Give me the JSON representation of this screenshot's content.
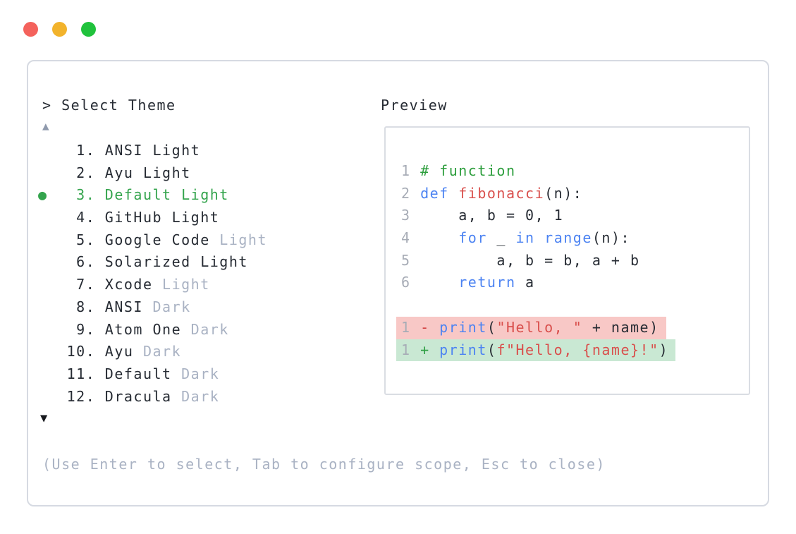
{
  "window_controls": {
    "close_color": "#f4625c",
    "minimize_color": "#f2b32c",
    "zoom_color": "#20c23c"
  },
  "colors": {
    "panel_border": "#d6dae2",
    "preview_border": "#dadde3",
    "text_dark": "#262b33",
    "text_dim": "#a9b2c3",
    "selected_green": "#34a44d",
    "keyword_blue": "#4c83f2",
    "string_red": "#d94f4c",
    "comment_green": "#2d9e3d",
    "removed_bg": "#f8c8c6",
    "added_bg": "#c9e8d3"
  },
  "theme_picker": {
    "prompt": "> Select Theme",
    "scroll_up_glyph": "▲",
    "scroll_down_glyph": "▼",
    "items": [
      {
        "num": " 1",
        "label": "ANSI Light",
        "dim": "",
        "selected": false
      },
      {
        "num": " 2",
        "label": "Ayu Light",
        "dim": "",
        "selected": false
      },
      {
        "num": " 3",
        "label": "Default Light",
        "dim": "",
        "selected": true
      },
      {
        "num": " 4",
        "label": "GitHub Light",
        "dim": "",
        "selected": false
      },
      {
        "num": " 5",
        "label": "Google Code",
        "dim": "Light",
        "selected": false
      },
      {
        "num": " 6",
        "label": "Solarized Light",
        "dim": "",
        "selected": false
      },
      {
        "num": " 7",
        "label": "Xcode",
        "dim": "Light",
        "selected": false
      },
      {
        "num": " 8",
        "label": "ANSI",
        "dim": "Dark",
        "selected": false
      },
      {
        "num": " 9",
        "label": "Atom One",
        "dim": "Dark",
        "selected": false
      },
      {
        "num": "10",
        "label": "Ayu",
        "dim": "Dark",
        "selected": false
      },
      {
        "num": "11",
        "label": "Default",
        "dim": "Dark",
        "selected": false
      },
      {
        "num": "12",
        "label": "Dracula",
        "dim": "Dark",
        "selected": false
      }
    ],
    "hint": "(Use Enter to select, Tab to configure scope, Esc to close)"
  },
  "preview": {
    "title": "Preview",
    "lines": [
      {
        "num": "1",
        "bg": "",
        "tokens": [
          {
            "c": "plain",
            "t": " "
          },
          {
            "c": "comment",
            "t": "# function"
          }
        ]
      },
      {
        "num": "2",
        "bg": "",
        "tokens": [
          {
            "c": "plain",
            "t": " "
          },
          {
            "c": "kw",
            "t": "def"
          },
          {
            "c": "plain",
            "t": " "
          },
          {
            "c": "fn",
            "t": "fibonacci"
          },
          {
            "c": "plain",
            "t": "(n):"
          }
        ]
      },
      {
        "num": "3",
        "bg": "",
        "tokens": [
          {
            "c": "plain",
            "t": "     a, b = 0, 1"
          }
        ]
      },
      {
        "num": "4",
        "bg": "",
        "tokens": [
          {
            "c": "plain",
            "t": "     "
          },
          {
            "c": "kw",
            "t": "for"
          },
          {
            "c": "plain",
            "t": " _ "
          },
          {
            "c": "kw",
            "t": "in"
          },
          {
            "c": "plain",
            "t": " "
          },
          {
            "c": "kw",
            "t": "range"
          },
          {
            "c": "plain",
            "t": "(n):"
          }
        ]
      },
      {
        "num": "5",
        "bg": "",
        "tokens": [
          {
            "c": "plain",
            "t": "         a, b = b, a + b"
          }
        ]
      },
      {
        "num": "6",
        "bg": "",
        "tokens": [
          {
            "c": "plain",
            "t": "     "
          },
          {
            "c": "kw",
            "t": "return"
          },
          {
            "c": "plain",
            "t": " a"
          }
        ]
      },
      {
        "num": "",
        "bg": "",
        "tokens": []
      },
      {
        "num": "1",
        "bg": "removed",
        "tokens": [
          {
            "c": "minus",
            "t": " - "
          },
          {
            "c": "kw",
            "t": "print"
          },
          {
            "c": "plain",
            "t": "("
          },
          {
            "c": "str",
            "t": "\"Hello, \""
          },
          {
            "c": "plain",
            "t": " + name)"
          }
        ]
      },
      {
        "num": "1",
        "bg": "added",
        "tokens": [
          {
            "c": "plus",
            "t": " + "
          },
          {
            "c": "kw",
            "t": "print"
          },
          {
            "c": "plain",
            "t": "("
          },
          {
            "c": "str",
            "t": "f\"Hello, {name}!\""
          },
          {
            "c": "plain",
            "t": ")"
          }
        ]
      }
    ]
  }
}
